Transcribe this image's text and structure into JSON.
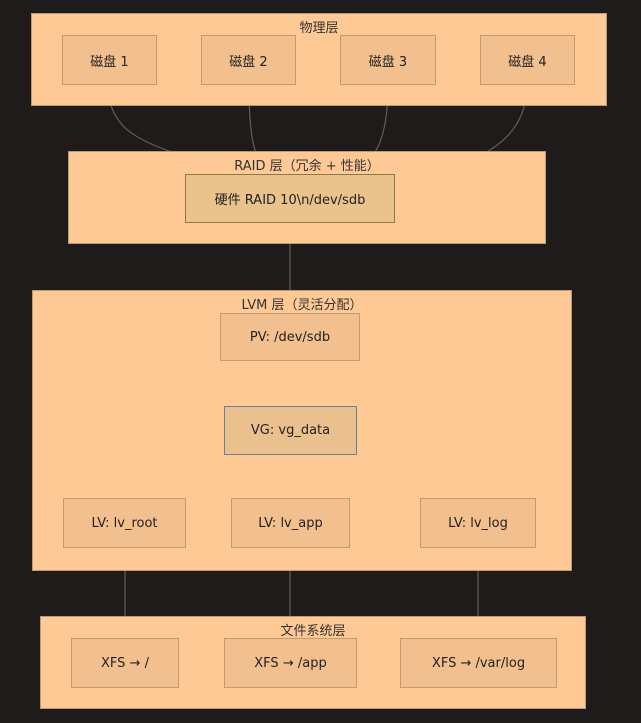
{
  "clusters": {
    "physical": "物理层",
    "raid": "RAID 层（冗余 + 性能）",
    "lvm": "LVM 层（灵活分配）",
    "fs": "文件系统层"
  },
  "nodes": {
    "disk1": "磁盘 1",
    "disk2": "磁盘 2",
    "disk3": "磁盘 3",
    "disk4": "磁盘 4",
    "raid10": "硬件 RAID 10\\n/dev/sdb",
    "pv": "PV: /dev/sdb",
    "vg": "VG: vg_data",
    "lv_root": "LV: lv_root",
    "lv_app": "LV: lv_app",
    "lv_log": "LV: lv_log",
    "xfs_root": "XFS → /",
    "xfs_app": "XFS → /app",
    "xfs_log": "XFS → /var/log"
  },
  "colors": {
    "background": "#1e1b1a",
    "cluster_fill": "#fec994",
    "node_fill": "#f2c08e",
    "edge": "#6b5b4a"
  }
}
